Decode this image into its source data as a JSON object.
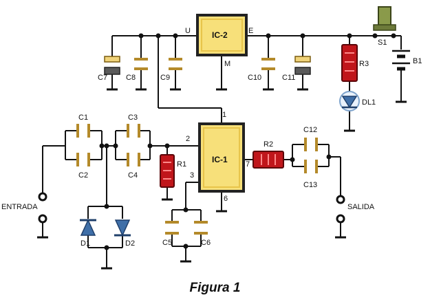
{
  "caption": "Figura 1",
  "ic": {
    "ic1": "IC-1",
    "ic2": "IC-2"
  },
  "pins": {
    "u": "U",
    "e": "E",
    "m": "M",
    "p1": "1",
    "p2": "2",
    "p3": "3",
    "p6": "6",
    "p7": "7"
  },
  "components": {
    "c1": "C1",
    "c2": "C2",
    "c3": "C3",
    "c4": "C4",
    "c5": "C5",
    "c6": "C6",
    "c7": "C7",
    "c8": "C8",
    "c9": "C9",
    "c10": "C10",
    "c11": "C11",
    "c12": "C12",
    "c13": "C13",
    "r1": "R1",
    "r2": "R2",
    "r3": "R3",
    "d1": "D1",
    "d2": "D2",
    "dl1": "DL1",
    "s1": "S1",
    "b1": "B1"
  },
  "terminals": {
    "entrada": "ENTRADA",
    "salida": "SALIDA"
  },
  "colors": {
    "ic_fill": "#f7e07a",
    "ic_border": "#222222",
    "resistor": "#c0161b",
    "cap": "#c9a03a",
    "diode": "#3f6fa8",
    "switch": "#6d7a3a"
  }
}
